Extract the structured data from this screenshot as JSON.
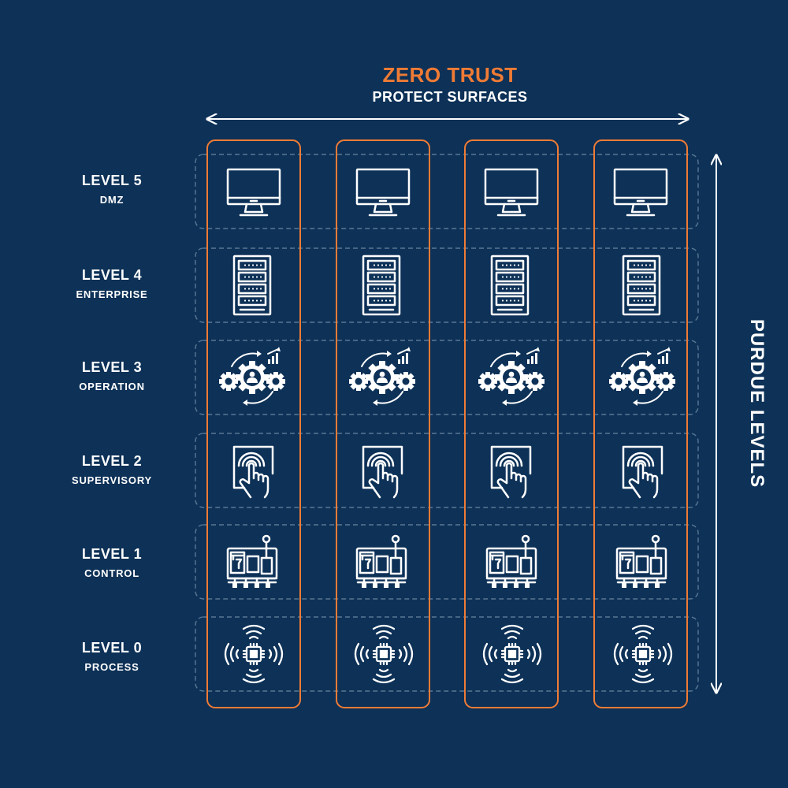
{
  "header": {
    "title": "ZERO TRUST",
    "subtitle": "PROTECT SURFACES"
  },
  "side_axis": {
    "label": "PURDUE LEVELS"
  },
  "levels": [
    {
      "name": "LEVEL 5",
      "sub": "DMZ",
      "icon": "monitor-icon"
    },
    {
      "name": "LEVEL 4",
      "sub": "ENTERPRISE",
      "icon": "server-rack-icon"
    },
    {
      "name": "LEVEL 3",
      "sub": "OPERATION",
      "icon": "gears-operation-icon"
    },
    {
      "name": "LEVEL 2",
      "sub": "SUPERVISORY",
      "icon": "touch-panel-icon"
    },
    {
      "name": "LEVEL 1",
      "sub": "CONTROL",
      "icon": "control-machine-icon"
    },
    {
      "name": "LEVEL 0",
      "sub": "PROCESS",
      "icon": "sensor-chip-icon"
    }
  ],
  "protect_surface_count": 4,
  "colors": {
    "background": "#0d3157",
    "accent": "#ef7b35",
    "text": "#ffffff",
    "row_border": "#5b7894"
  }
}
